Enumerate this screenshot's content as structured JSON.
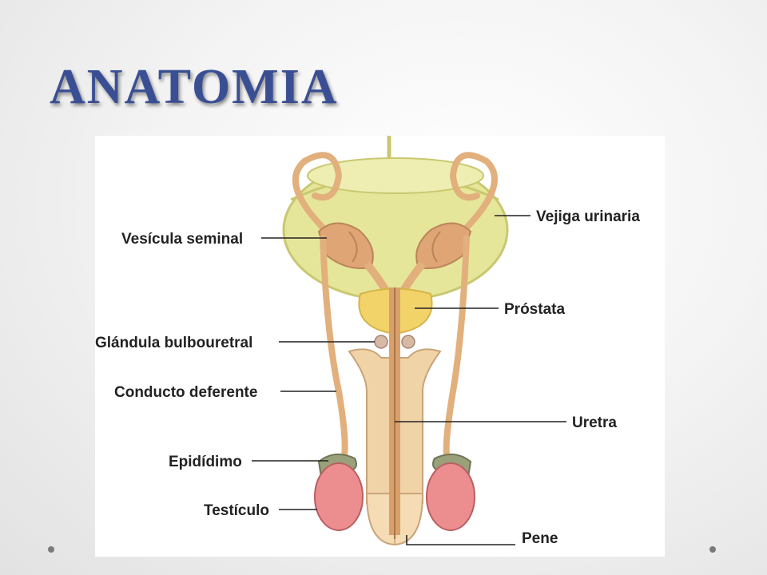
{
  "slide": {
    "title": "ANATOMIA"
  },
  "diagram": {
    "labels": {
      "vesicula_seminal": "Vesícula seminal",
      "vejiga_urinaria": "Vejiga urinaria",
      "prostata": "Próstata",
      "glandula_bulbouretral": "Glándula bulbouretral",
      "conducto_deferente": "Conducto deferente",
      "uretra": "Uretra",
      "epididimo": "Epidídimo",
      "testiculo": "Testículo",
      "pene": "Pene"
    },
    "colors": {
      "bladder": "#e6e69a",
      "bladder_edge": "#c9c870",
      "duct": "#e2b07c",
      "duct_edge": "#b9855a",
      "prostate": "#f2d36a",
      "epididymis": "#9aa07a",
      "testis": "#ec8d90",
      "penis_body": "#f1d3a8",
      "glans": "#f5dcb4"
    }
  }
}
